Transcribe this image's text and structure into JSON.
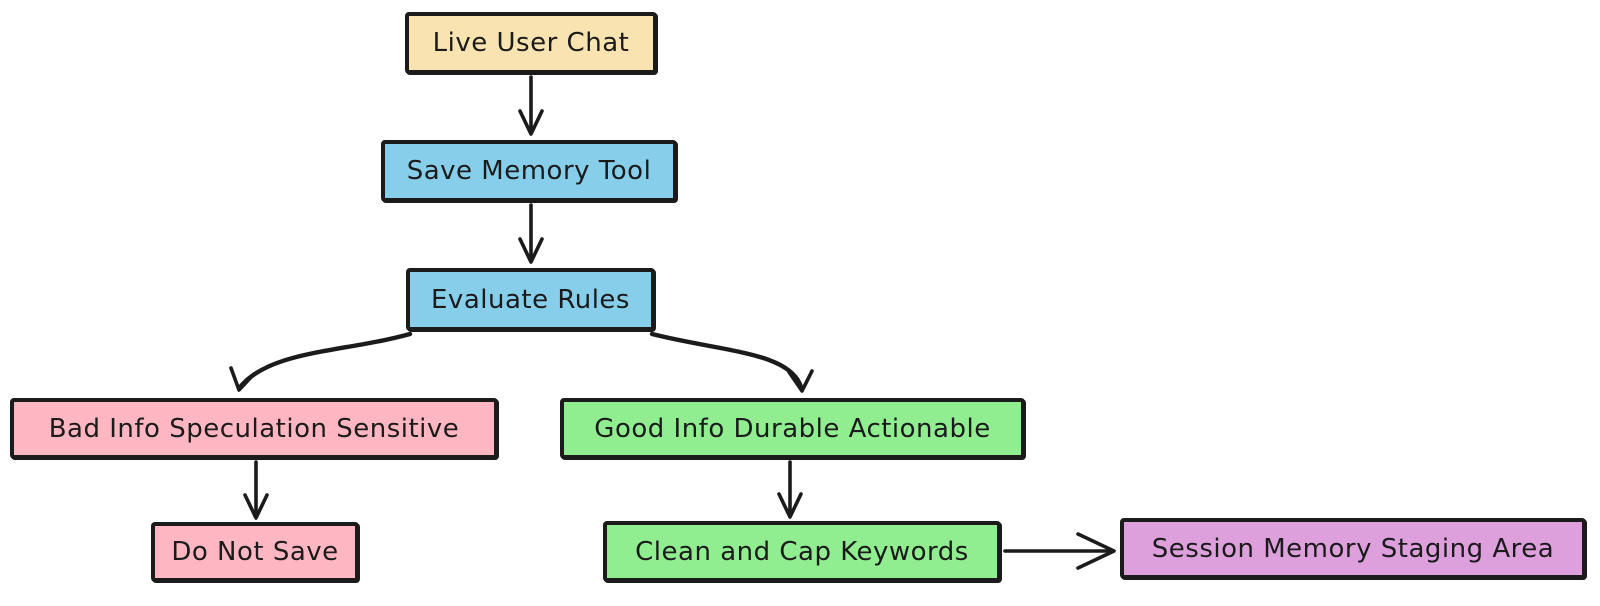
{
  "diagram": {
    "type": "flowchart",
    "background": "#ffffff",
    "stroke_color": "#1b1b1b",
    "nodes": [
      {
        "id": "live-user-chat",
        "label": "Live User Chat",
        "fill": "#f8e3b1"
      },
      {
        "id": "save-memory-tool",
        "label": "Save Memory Tool",
        "fill": "#87ceeb"
      },
      {
        "id": "evaluate-rules",
        "label": "Evaluate Rules",
        "fill": "#87ceeb"
      },
      {
        "id": "bad-info",
        "label": "Bad Info Speculation Sensitive",
        "fill": "#ffb6c3"
      },
      {
        "id": "good-info",
        "label": "Good Info Durable Actionable",
        "fill": "#90ee90"
      },
      {
        "id": "do-not-save",
        "label": "Do Not Save",
        "fill": "#ffb6c3"
      },
      {
        "id": "clean-cap-keywords",
        "label": "Clean and Cap Keywords",
        "fill": "#90ee90"
      },
      {
        "id": "session-memory-staging",
        "label": "Session Memory Staging Area",
        "fill": "#dda0dd"
      }
    ],
    "edges": [
      {
        "from": "live-user-chat",
        "to": "save-memory-tool"
      },
      {
        "from": "save-memory-tool",
        "to": "evaluate-rules"
      },
      {
        "from": "evaluate-rules",
        "to": "bad-info"
      },
      {
        "from": "evaluate-rules",
        "to": "good-info"
      },
      {
        "from": "bad-info",
        "to": "do-not-save"
      },
      {
        "from": "good-info",
        "to": "clean-cap-keywords"
      },
      {
        "from": "clean-cap-keywords",
        "to": "session-memory-staging"
      }
    ]
  }
}
